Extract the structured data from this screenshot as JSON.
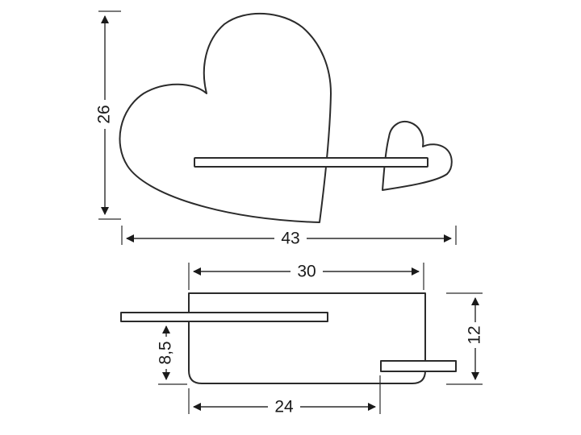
{
  "dimensions": {
    "top_height": "26",
    "top_width": "43",
    "bottom_width_top": "30",
    "bottom_height": "12",
    "bottom_shelf_height": "8,5",
    "bottom_width_bottom": "24"
  },
  "colors": {
    "line": "#2b2b2b",
    "background": "#ffffff"
  }
}
